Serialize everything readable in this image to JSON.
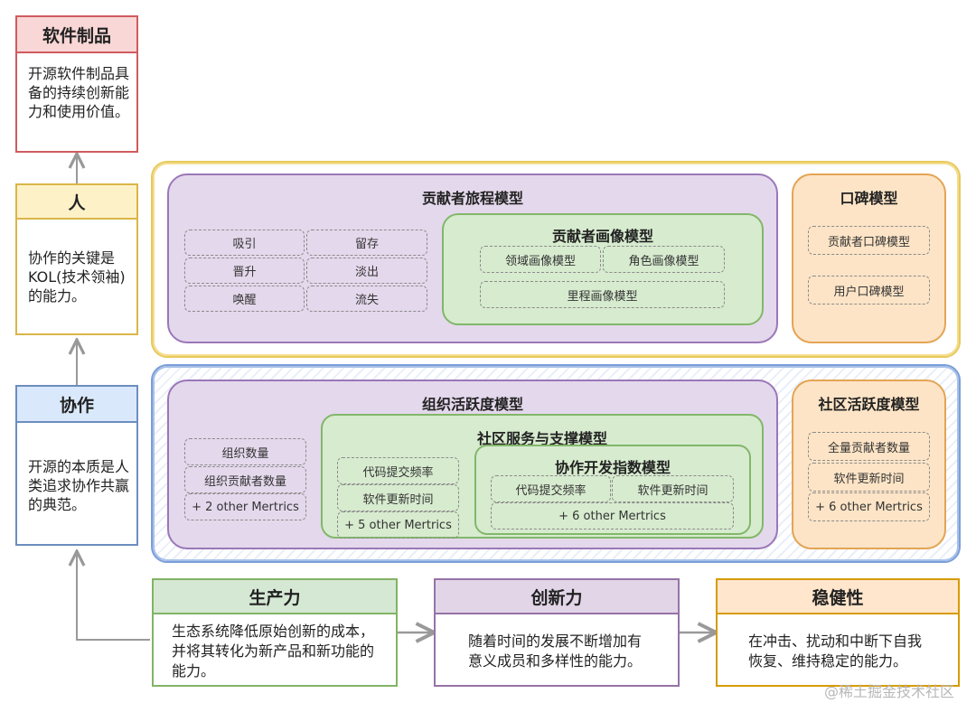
{
  "left_column": {
    "product": {
      "title": "软件制品",
      "body": "开源软件制品具备的持续创新能力和使用价值。"
    },
    "people": {
      "title": "人",
      "body": "协作的关键是KOL(技术领袖)的能力。"
    },
    "collab": {
      "title": "协作",
      "body": "开源的本质是人类追求协作共赢的典范。"
    }
  },
  "top_band": {
    "journey": {
      "title": "贡献者旅程模型",
      "items": [
        "吸引",
        "留存",
        "晋升",
        "淡出",
        "唤醒",
        "流失"
      ]
    },
    "portrait": {
      "title": "贡献者画像模型",
      "items": [
        "领域画像模型",
        "角色画像模型",
        "里程画像模型"
      ]
    },
    "reputation": {
      "title": "口碑模型",
      "items": [
        "贡献者口碑模型",
        "用户口碑模型"
      ]
    }
  },
  "bottom_band": {
    "org": {
      "title": "组织活跃度模型",
      "items": [
        "组织数量",
        "组织贡献者数量",
        "+ 2 other Mertrics"
      ]
    },
    "service": {
      "title": "社区服务与支撑模型",
      "items": [
        "代码提交频率",
        "软件更新时间",
        "+ 5 other Mertrics"
      ]
    },
    "devindex": {
      "title": "协作开发指数模型",
      "items": [
        "代码提交频率",
        "软件更新时间",
        "+ 6 other Mertrics"
      ]
    },
    "community": {
      "title": "社区活跃度模型",
      "items": [
        "全量贡献者数量",
        "软件更新时间",
        "+ 6 other Mertrics"
      ]
    }
  },
  "bottom_cards": {
    "productivity": {
      "title": "生产力",
      "body": "生态系统降低原始创新的成本，并将其转化为新产品和新功能的能力。"
    },
    "innovation": {
      "title": "创新力",
      "body": "随着时间的发展不断增加有意义成员和多样性的能力。"
    },
    "robustness": {
      "title": "稳健性",
      "body": "在冲击、扰动和中断下自我恢复、维持稳定的能力。"
    }
  },
  "watermark": "@稀土掘金技术社区",
  "colors": {
    "red": "#d05b5f",
    "red_fill": "#f8d7d6",
    "yellow": "#d9b647",
    "yellow_fill": "#fdf1c8",
    "blue": "#6c8ebf",
    "blue_fill": "#dae8fc",
    "green": "#82b366",
    "green_fill": "#d5e8d4",
    "purple": "#9673a6",
    "purple_fill": "#e1d5e7",
    "orange": "#d79b00",
    "orange_fill": "#ffe6cc"
  }
}
